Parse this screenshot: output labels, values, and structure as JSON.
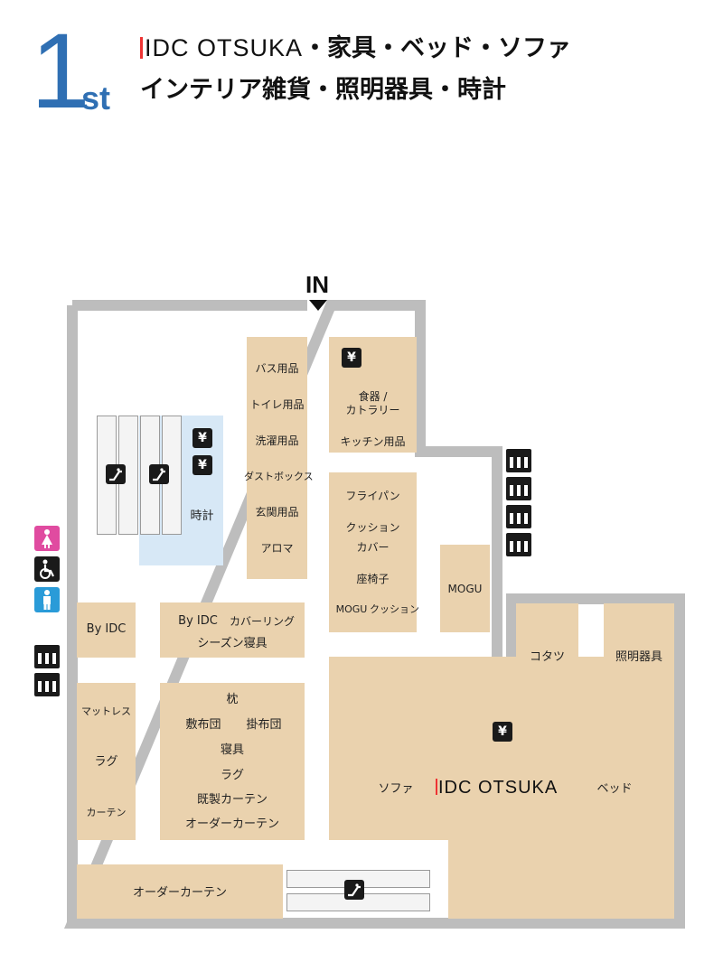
{
  "header": {
    "floor_number": "1",
    "floor_suffix": "st",
    "brand": "IDC OTSUKA",
    "line1_rest": "・家具・ベッド・ソファ",
    "line2": "インテリア雑貨・照明器具・時計"
  },
  "entrance": {
    "label": "IN"
  },
  "map": {
    "areas": {
      "bath": "バス用品",
      "toilet": "トイレ用品",
      "laundry": "洗濯用品",
      "dustbox": "ダストボックス",
      "entrance_goods": "玄関用品",
      "aroma": "アロマ",
      "tableware_1": "食器 /",
      "tableware_2": "カトラリー",
      "kitchen": "キッチン用品",
      "frying_pan": "フライパン",
      "cushion_cover_1": "クッション",
      "cushion_cover_2": "カバー",
      "floor_chair": "座椅子",
      "mogu_small": "MOGU",
      "cushion_small": "クッション",
      "mogu": "MOGU",
      "clock": "時計",
      "by_idc_left": "By IDC",
      "by_idc_mid": "By IDC",
      "cover_ring": "カバーリング",
      "season_bedding": "シーズン寝具",
      "mattress": "マットレス",
      "rug_left": "ラグ",
      "curtain_left": "カーテン",
      "pillow": "枕",
      "futon_shiki": "敷布団",
      "futon_kake": "掛布団",
      "bedding": "寝具",
      "rug_mid": "ラグ",
      "ready_curtain": "既製カーテン",
      "order_curtain_mid": "オーダーカーテン",
      "order_curtain_bottom": "オーダーカーテン",
      "kotatsu": "コタツ",
      "lighting": "照明器具",
      "sofa": "ソファ",
      "bed": "ベッド",
      "store_brand": "IDC OTSUKA"
    },
    "icons": {
      "yen": "¥",
      "escalator": "escalator-icon",
      "elevator": "elevator-icon",
      "restroom_women": "women-restroom-icon",
      "restroom_accessible": "accessible-restroom-icon",
      "restroom_men": "men-restroom-icon"
    },
    "colors": {
      "floor_area": "#ead2ae",
      "clock_area": "#d7e8f6",
      "walls": "#bdbdbd",
      "accent_blue": "#2f6fb3",
      "women_icon": "#e04ba0",
      "men_icon": "#2a9bd8"
    }
  }
}
